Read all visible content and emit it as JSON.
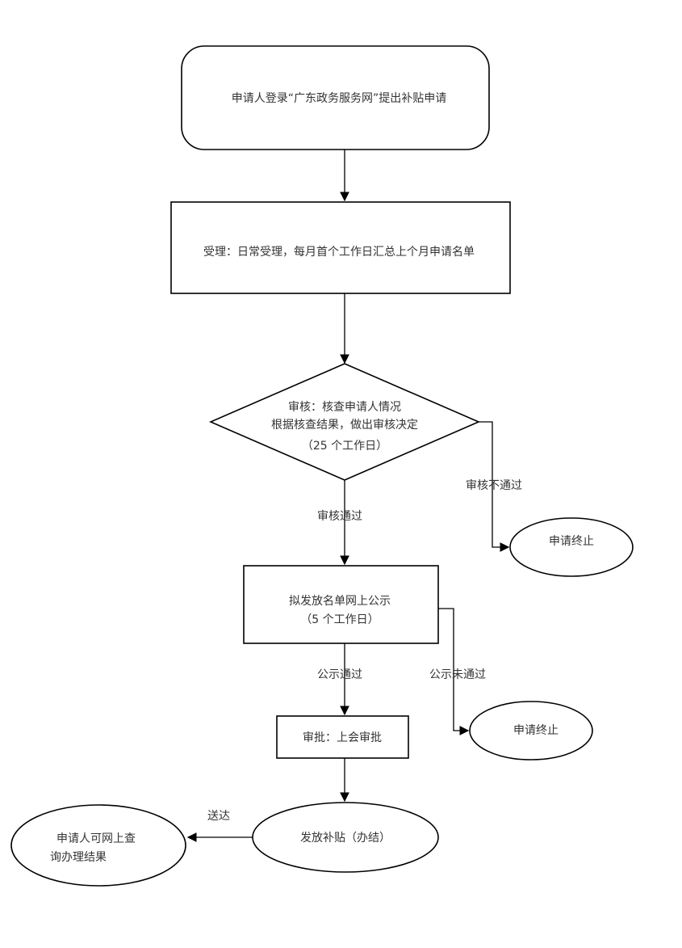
{
  "nodes": {
    "start": {
      "text": "申请人登录“广东政务服务网”提出补贴申请"
    },
    "accept": {
      "text": "受理：日常受理，每月首个工作日汇总上个月申请名单"
    },
    "review": {
      "line1": "审核：核查申请人情况",
      "line2": "根据核查结果，做出审核决定",
      "line3": "（25 个工作日）"
    },
    "terminate1": {
      "text": "申请终止"
    },
    "publicize": {
      "line1": "拟发放名单网上公示",
      "line2": "（5 个工作日）"
    },
    "terminate2": {
      "text": "申请终止"
    },
    "approve": {
      "text": "审批：上会审批"
    },
    "disburse": {
      "text": "发放补贴（办结）"
    },
    "result": {
      "line1": "申请人可网上查",
      "line2": "询办理结果"
    }
  },
  "edges": {
    "review_pass": "审核通过",
    "review_fail": "审核不通过",
    "public_pass": "公示通过",
    "public_fail": "公示未通过",
    "deliver": "送达"
  }
}
